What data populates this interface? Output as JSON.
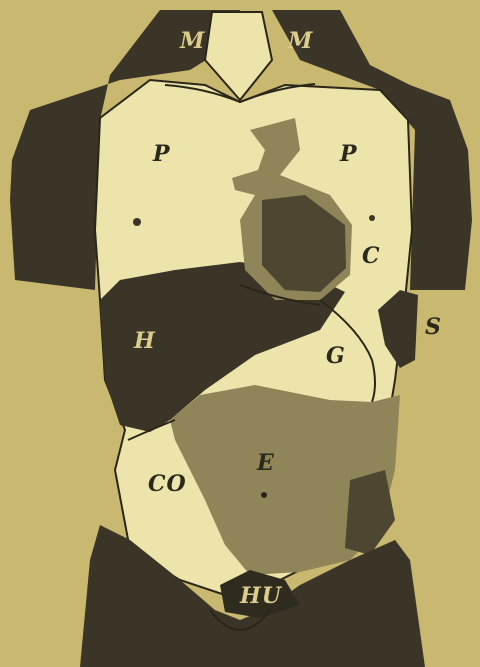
{
  "figure": {
    "labels": {
      "m_left": "M",
      "m_right": "M",
      "p_left": "P",
      "p_right": "P",
      "c": "C",
      "h": "H",
      "s": "S",
      "g": "G",
      "e": "E",
      "co": "CO",
      "hu": "HU"
    }
  },
  "colors": {
    "paper": "#c8b870",
    "skin": "#ede4ab",
    "dark_region": "#3a3526",
    "mid_region": "#8f8559",
    "outline": "#2a2618"
  }
}
